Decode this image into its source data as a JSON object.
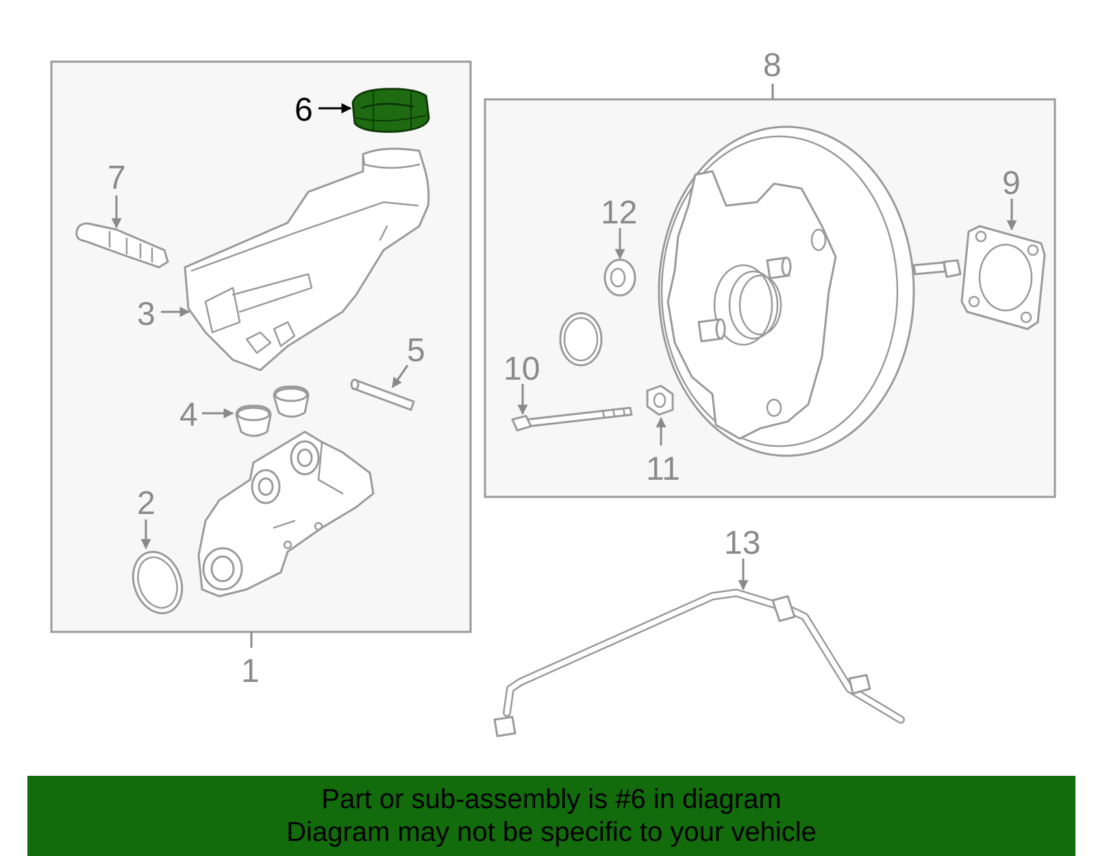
{
  "callouts": {
    "n1": "1",
    "n2": "2",
    "n3": "3",
    "n4": "4",
    "n5": "5",
    "n6": "6",
    "n7": "7",
    "n8": "8",
    "n9": "9",
    "n10": "10",
    "n11": "11",
    "n12": "12",
    "n13": "13"
  },
  "highlighted_part": "6",
  "colors": {
    "highlight_fill": "#1f6b12",
    "banner_bg": "#126c0c",
    "outline": "#9a9a9a",
    "box_fill": "#f7f7f7"
  },
  "banner": {
    "line1": "Part or sub-assembly is #6 in diagram",
    "line2": "Diagram may not be specific to your vehicle"
  }
}
